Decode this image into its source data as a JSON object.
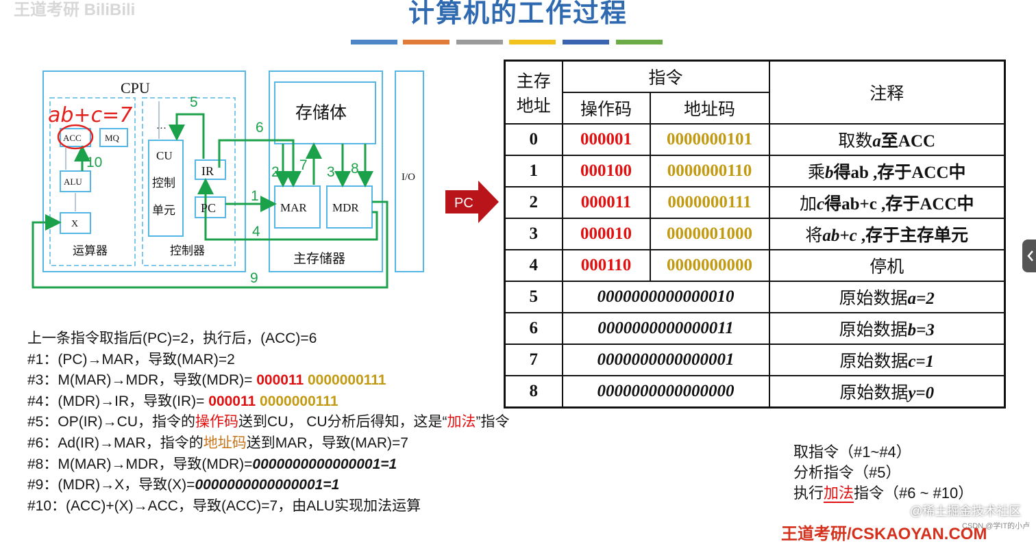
{
  "header": {
    "title": "计算机的工作过程",
    "watermark": "王道考研 BiliBili",
    "bar_colors": [
      "#4c86c6",
      "#e07b39",
      "#9b9b9b",
      "#f2c31c",
      "#3a63b0",
      "#6aab46"
    ]
  },
  "diagram": {
    "cpu_label": "CPU",
    "acc": "ACC",
    "mq": "MQ",
    "alu": "ALU",
    "x": "X",
    "alu_unit": "运算器",
    "cu_lines": [
      "CU",
      "控制",
      "单元"
    ],
    "dots": "…",
    "ir": "IR",
    "pc": "PC",
    "controller": "控制器",
    "storage_body": "存储体",
    "mar": "MAR",
    "mdr": "MDR",
    "main_memory": "主存储器",
    "io": "I/O",
    "handwriting": "ab+c=7",
    "step_numbers": [
      "1",
      "2",
      "3",
      "4",
      "5",
      "6",
      "7",
      "8",
      "9",
      "10"
    ]
  },
  "pc_pointer": "PC",
  "table": {
    "h_addr": [
      "主存",
      "地址"
    ],
    "h_instr": "指令",
    "h_opcode": "操作码",
    "h_addrcode": "地址码",
    "h_note": "注释",
    "rows": [
      {
        "addr": "0",
        "op": "000001",
        "ad": "0000000101",
        "note_pre": "取数",
        "note_var": "a",
        "note_post": "至ACC"
      },
      {
        "addr": "1",
        "op": "000100",
        "ad": "0000000110",
        "note_pre": "乘",
        "note_var": "b",
        "note_post": "得ab ,存于ACC中"
      },
      {
        "addr": "2",
        "op": "000011",
        "ad": "0000000111",
        "note_pre": "加",
        "note_var": "c",
        "note_post": "得ab+c ,存于ACC中"
      },
      {
        "addr": "3",
        "op": "000010",
        "ad": "0000001000",
        "note_pre": "将",
        "note_var": "ab+c",
        "note_post": " ,存于主存单元"
      },
      {
        "addr": "4",
        "op": "000110",
        "ad": "0000000000",
        "note_pre": "停机",
        "note_var": "",
        "note_post": ""
      }
    ],
    "data_rows": [
      {
        "addr": "5",
        "val": "0000000000000010",
        "note_pre": "原始数据",
        "note_var": "a=2"
      },
      {
        "addr": "6",
        "val": "0000000000000011",
        "note_pre": "原始数据",
        "note_var": "b=3"
      },
      {
        "addr": "7",
        "val": "0000000000000001",
        "note_pre": "原始数据",
        "note_var": "c=1"
      },
      {
        "addr": "8",
        "val": "0000000000000000",
        "note_pre": "原始数据",
        "note_var": "y=0"
      }
    ]
  },
  "steps": {
    "intro": "上一条指令取指后(PC)=2，执行后，(ACC)=6",
    "s1": "#1：(PC)→MAR，导致(MAR)=2",
    "s3_pre": "#3：M(MAR)→MDR，导致(MDR)= ",
    "s3_op": "000011",
    "s3_ad": " 0000000111",
    "s4_pre": "#4：(MDR)→IR，导致(IR)= ",
    "s4_op": "000011",
    "s4_ad": " 0000000111",
    "s5_a": "#5：OP(IR)→CU，指令的",
    "s5_b": "操作码",
    "s5_c": "送到CU， CU分析后得知，这是“",
    "s5_d": "加法",
    "s5_e": "”指令",
    "s6_a": "#6：Ad(IR)→MAR，指令的",
    "s6_b": "地址码",
    "s6_c": "送到MAR，导致(MAR)=7",
    "s8_pre": "#8：M(MAR)→MDR，导致(MDR)=",
    "s8_val": "0000000000000001=1",
    "s9_pre": "#9：(MDR)→X，导致(X)=",
    "s9_val": "0000000000000001=1",
    "s10": "#10：(ACC)+(X)→ACC，导致(ACC)=7，由ALU实现加法运算"
  },
  "phases": {
    "fetch": "取指令（#1~#4）",
    "decode": "分析指令（#5）",
    "exec_a": "执行",
    "exec_b": "加法",
    "exec_c": "指令（#6 ~ #10）"
  },
  "footer": {
    "logo": "王道考研/CSKAOYAN.COM",
    "juejin": "@稀土掘金技术社区",
    "csdn": "CSDN @学IT的小卢"
  }
}
